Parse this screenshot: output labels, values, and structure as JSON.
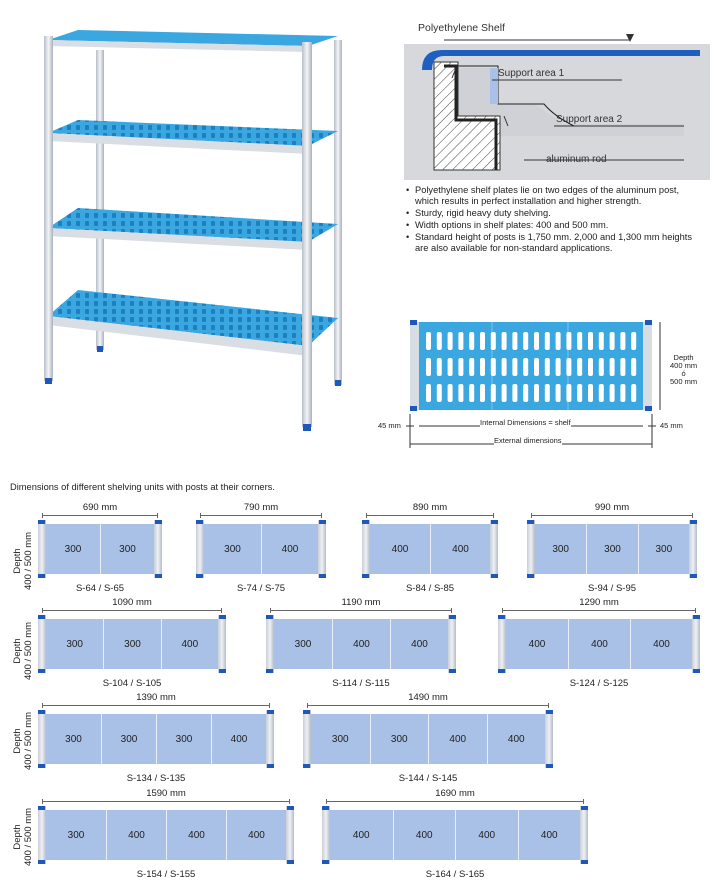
{
  "cross_section": {
    "title": "Polyethylene Shelf",
    "support1": "Support area 1",
    "support2": "Support area 2",
    "rod": "aluminum rod"
  },
  "bullets": [
    "Polyethylene shelf plates lie on two edges of the aluminum post, which results in perfect installation and higher strength.",
    "Sturdy, rigid heavy duty shelving.",
    "Width options in shelf plates: 400 and 500 mm.",
    "Standard height of posts is 1,750 mm. 2,000 and 1,300 mm heights are also available for non-standard applications."
  ],
  "top_view": {
    "depth_label": "Depth",
    "depth_a": "400 mm",
    "depth_or": "ó",
    "depth_b": "500 mm",
    "left_post": "45 mm",
    "right_post": "45 mm",
    "internal": "Internal Dimensions = shelf",
    "external": "External dimensions"
  },
  "caption": "Dimensions of different shelving units with posts at their corners.",
  "depth_side": {
    "line1": "Depth",
    "line2": "400 / 500 mm"
  },
  "units": [
    {
      "width": "690 mm",
      "code": "S-64 / S-65",
      "panels": [
        "300",
        "300"
      ]
    },
    {
      "width": "790 mm",
      "code": "S-74 / S-75",
      "panels": [
        "300",
        "400"
      ]
    },
    {
      "width": "890 mm",
      "code": "S-84 / S-85",
      "panels": [
        "400",
        "400"
      ]
    },
    {
      "width": "990 mm",
      "code": "S-94 / S-95",
      "panels": [
        "300",
        "300",
        "300"
      ]
    },
    {
      "width": "1090 mm",
      "code": "S-104 / S-105",
      "panels": [
        "300",
        "300",
        "400"
      ]
    },
    {
      "width": "1190 mm",
      "code": "S-114 / S-115",
      "panels": [
        "300",
        "400",
        "400"
      ]
    },
    {
      "width": "1290 mm",
      "code": "S-124 / S-125",
      "panels": [
        "400",
        "400",
        "400"
      ]
    },
    {
      "width": "1390 mm",
      "code": "S-134 / S-135",
      "panels": [
        "300",
        "300",
        "300",
        "400"
      ]
    },
    {
      "width": "1490 mm",
      "code": "S-144 / S-145",
      "panels": [
        "300",
        "300",
        "400",
        "400"
      ]
    },
    {
      "width": "1590 mm",
      "code": "S-154 / S-155",
      "panels": [
        "300",
        "400",
        "400",
        "400"
      ]
    },
    {
      "width": "1690 mm",
      "code": "S-164 / S-165",
      "panels": [
        "400",
        "400",
        "400",
        "400"
      ]
    }
  ],
  "colors": {
    "shelf_blue": "#3aa7e0",
    "panel_blue": "#a9c1e6",
    "cap_blue": "#1e58b8",
    "post_gray": "#d8dde4"
  }
}
